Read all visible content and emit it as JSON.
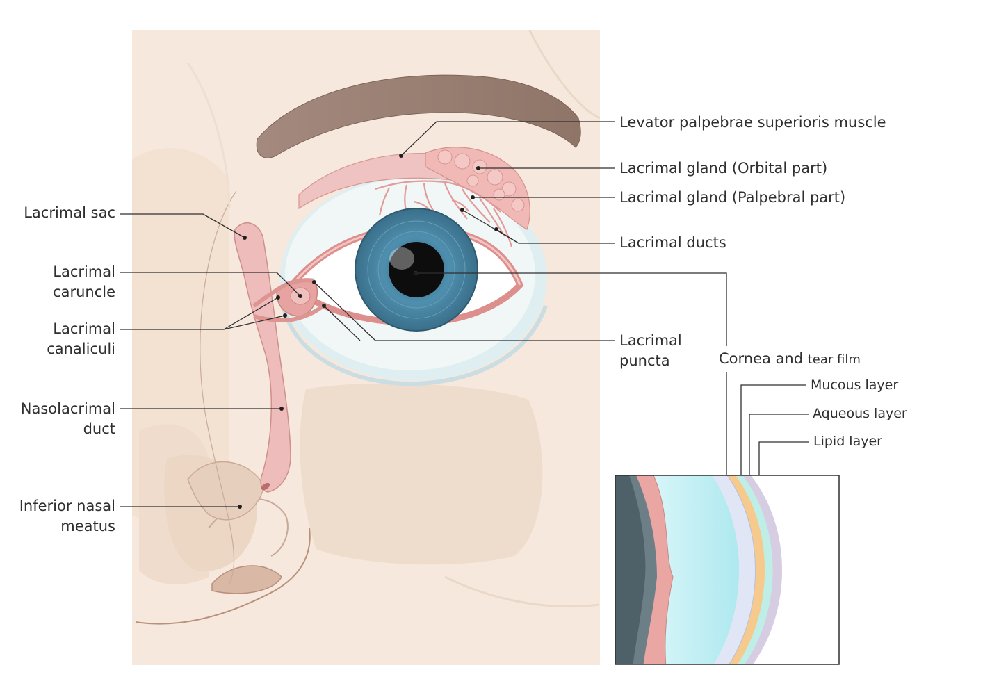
{
  "labels_left": {
    "lacrimal_sac": "Lacrimal sac",
    "lacrimal_caruncle": [
      "Lacrimal",
      "caruncle"
    ],
    "lacrimal_canaliculi": [
      "Lacrimal",
      "canaliculi"
    ],
    "nasolacrimal_duct": [
      "Nasolacrimal",
      "duct"
    ],
    "inferior_nasal_meatus": [
      "Inferior nasal",
      "meatus"
    ]
  },
  "labels_right": {
    "levator": "Levator palpebrae superioris muscle",
    "gland_orbital": "Lacrimal gland (Orbital part)",
    "gland_palpebral": "Lacrimal gland (Palpebral part)",
    "ducts": "Lacrimal ducts",
    "puncta": [
      "Lacrimal",
      "puncta"
    ]
  },
  "inset": {
    "title_main": "Cornea and",
    "title_small": "tear film",
    "mucous": "Mucous layer",
    "aqueous": "Aqueous layer",
    "lipid": "Lipid layer"
  },
  "colors": {
    "skin_bg": "#f6e8dc",
    "tissue_pink": "#e8a7a5",
    "iris_blue": "#4e8aa6",
    "brow": "#9c7f73",
    "mucous": "#dfe3f6",
    "aqueous": "#f6c98c",
    "lipid": "#d5cde2"
  }
}
